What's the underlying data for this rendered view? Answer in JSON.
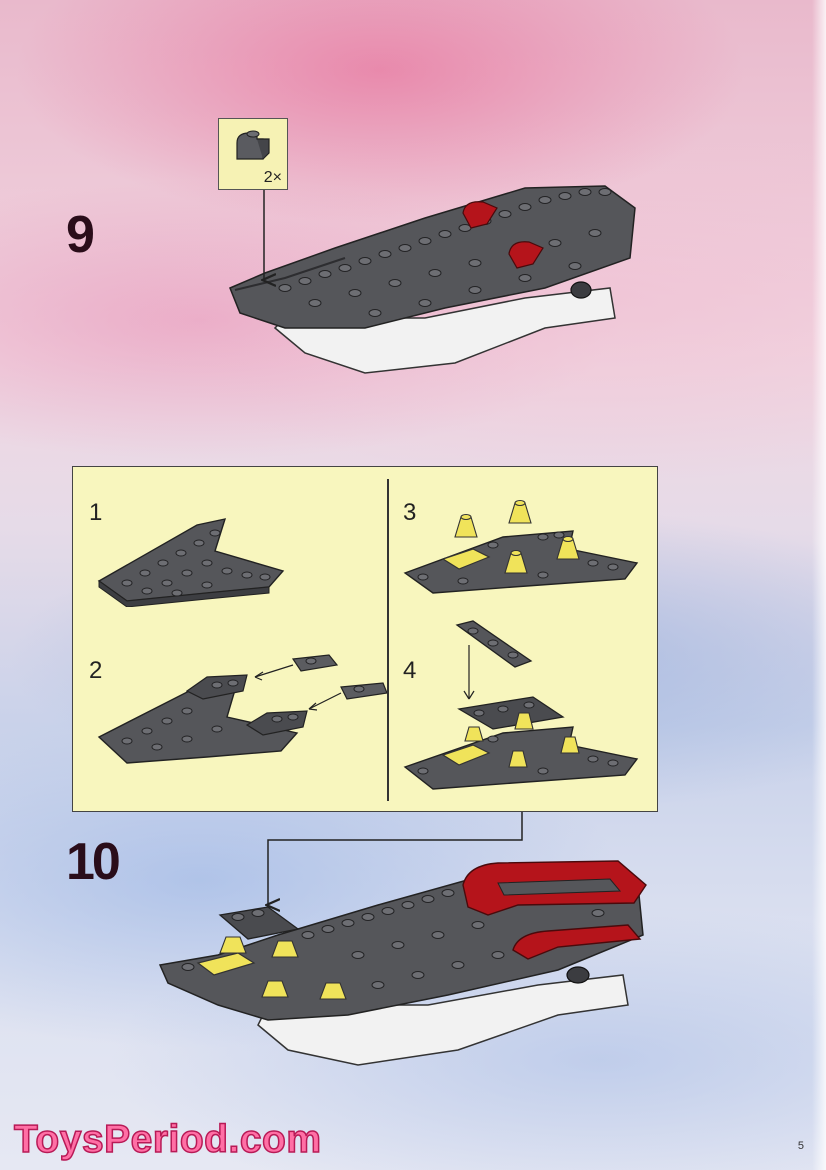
{
  "steps": {
    "step9": {
      "number": "9",
      "callout_qty": "2×"
    },
    "step10": {
      "number": "10"
    }
  },
  "sub_steps": [
    "1",
    "2",
    "3",
    "4"
  ],
  "footer": {
    "logo_text": "ToysPeriod.com",
    "page_number": "5"
  },
  "icons": {
    "brick": "slope-brick-icon",
    "arrow": "assembly-arrow-icon"
  },
  "colors": {
    "callout_bg": "#f6f2b4",
    "panel_bg": "#f8f6be",
    "brick_dark": "#55565a",
    "brick_red": "#b5141b",
    "brick_yellow": "#f0e35a",
    "brick_white": "#f4f4f4",
    "logo": "#ff6fa5"
  }
}
